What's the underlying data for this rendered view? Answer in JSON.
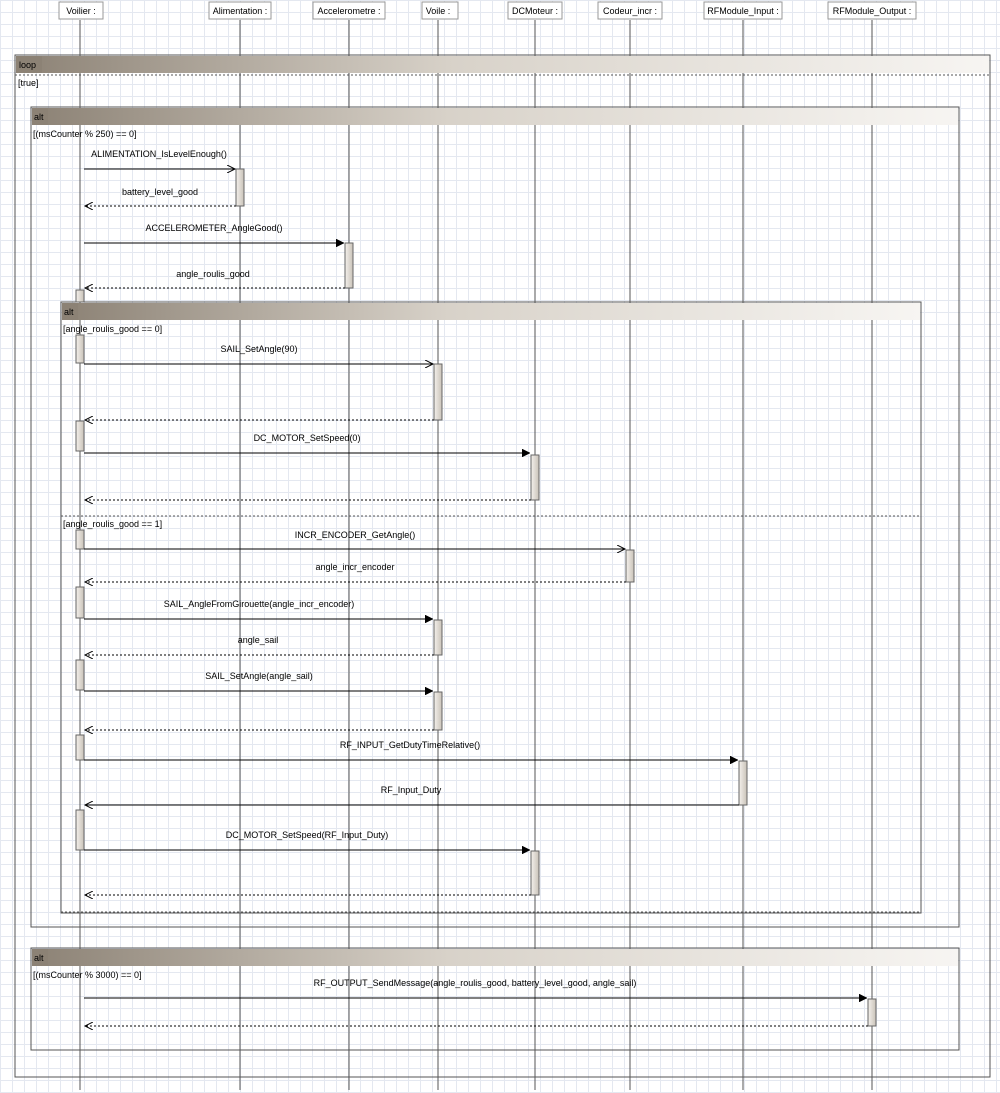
{
  "lifelines": [
    {
      "id": "voilier",
      "label": "Voilier :"
    },
    {
      "id": "alimentation",
      "label": "Alimentation :"
    },
    {
      "id": "accelerometre",
      "label": "Accelerometre :"
    },
    {
      "id": "voile",
      "label": "Voile :"
    },
    {
      "id": "dcmoteur",
      "label": "DCMoteur :"
    },
    {
      "id": "codeur",
      "label": "Codeur_incr :"
    },
    {
      "id": "rfinput",
      "label": "RFModule_Input :"
    },
    {
      "id": "rfoutput",
      "label": "RFModule_Output :"
    }
  ],
  "fragments": [
    {
      "id": "loop",
      "operator": "loop",
      "guards": [
        "[true]"
      ]
    },
    {
      "id": "alt1",
      "operator": "alt",
      "guards": [
        "[(msCounter % 250) == 0]"
      ]
    },
    {
      "id": "alt2",
      "operator": "alt",
      "guards": [
        "[angle_roulis_good == 0]",
        "[angle_roulis_good == 1]"
      ]
    },
    {
      "id": "alt3",
      "operator": "alt",
      "guards": [
        "[(msCounter % 3000) == 0]"
      ]
    }
  ],
  "messages": [
    {
      "id": "m1",
      "label": "ALIMENTATION_IsLevelEnough()",
      "kind": "call"
    },
    {
      "id": "m2",
      "label": "battery_level_good",
      "kind": "return"
    },
    {
      "id": "m3",
      "label": "ACCELEROMETER_AngleGood()",
      "kind": "call"
    },
    {
      "id": "m4",
      "label": "angle_roulis_good",
      "kind": "return"
    },
    {
      "id": "m5",
      "label": "SAIL_SetAngle(90)",
      "kind": "call"
    },
    {
      "id": "m6",
      "label": "",
      "kind": "return"
    },
    {
      "id": "m7",
      "label": "DC_MOTOR_SetSpeed(0)",
      "kind": "call"
    },
    {
      "id": "m8",
      "label": "",
      "kind": "return"
    },
    {
      "id": "m9",
      "label": "INCR_ENCODER_GetAngle()",
      "kind": "call"
    },
    {
      "id": "m10",
      "label": "angle_incr_encoder",
      "kind": "return"
    },
    {
      "id": "m11",
      "label": "SAIL_AngleFromGirouette(angle_incr_encoder)",
      "kind": "call"
    },
    {
      "id": "m12",
      "label": "angle_sail",
      "kind": "return"
    },
    {
      "id": "m13",
      "label": "SAIL_SetAngle(angle_sail)",
      "kind": "call"
    },
    {
      "id": "m14",
      "label": "",
      "kind": "return"
    },
    {
      "id": "m15",
      "label": "RF_INPUT_GetDutyTimeRelative()",
      "kind": "call"
    },
    {
      "id": "m16",
      "label": "RF_Input_Duty",
      "kind": "return"
    },
    {
      "id": "m17",
      "label": "DC_MOTOR_SetSpeed(RF_Input_Duty)",
      "kind": "call"
    },
    {
      "id": "m18",
      "label": "",
      "kind": "return"
    },
    {
      "id": "m19",
      "label": "RF_OUTPUT_SendMessage(angle_roulis_good, battery_level_good, angle_sail)",
      "kind": "call"
    },
    {
      "id": "m20",
      "label": "",
      "kind": "return"
    }
  ],
  "colors": {
    "header_dark": "#8c8275",
    "header_light": "#f7f5f2",
    "activation_dark": "#c9c2b8",
    "activation_light": "#f4f1ec",
    "line": "#000000",
    "lifeline_line": "#555555",
    "grid": "#e4e8f0"
  }
}
